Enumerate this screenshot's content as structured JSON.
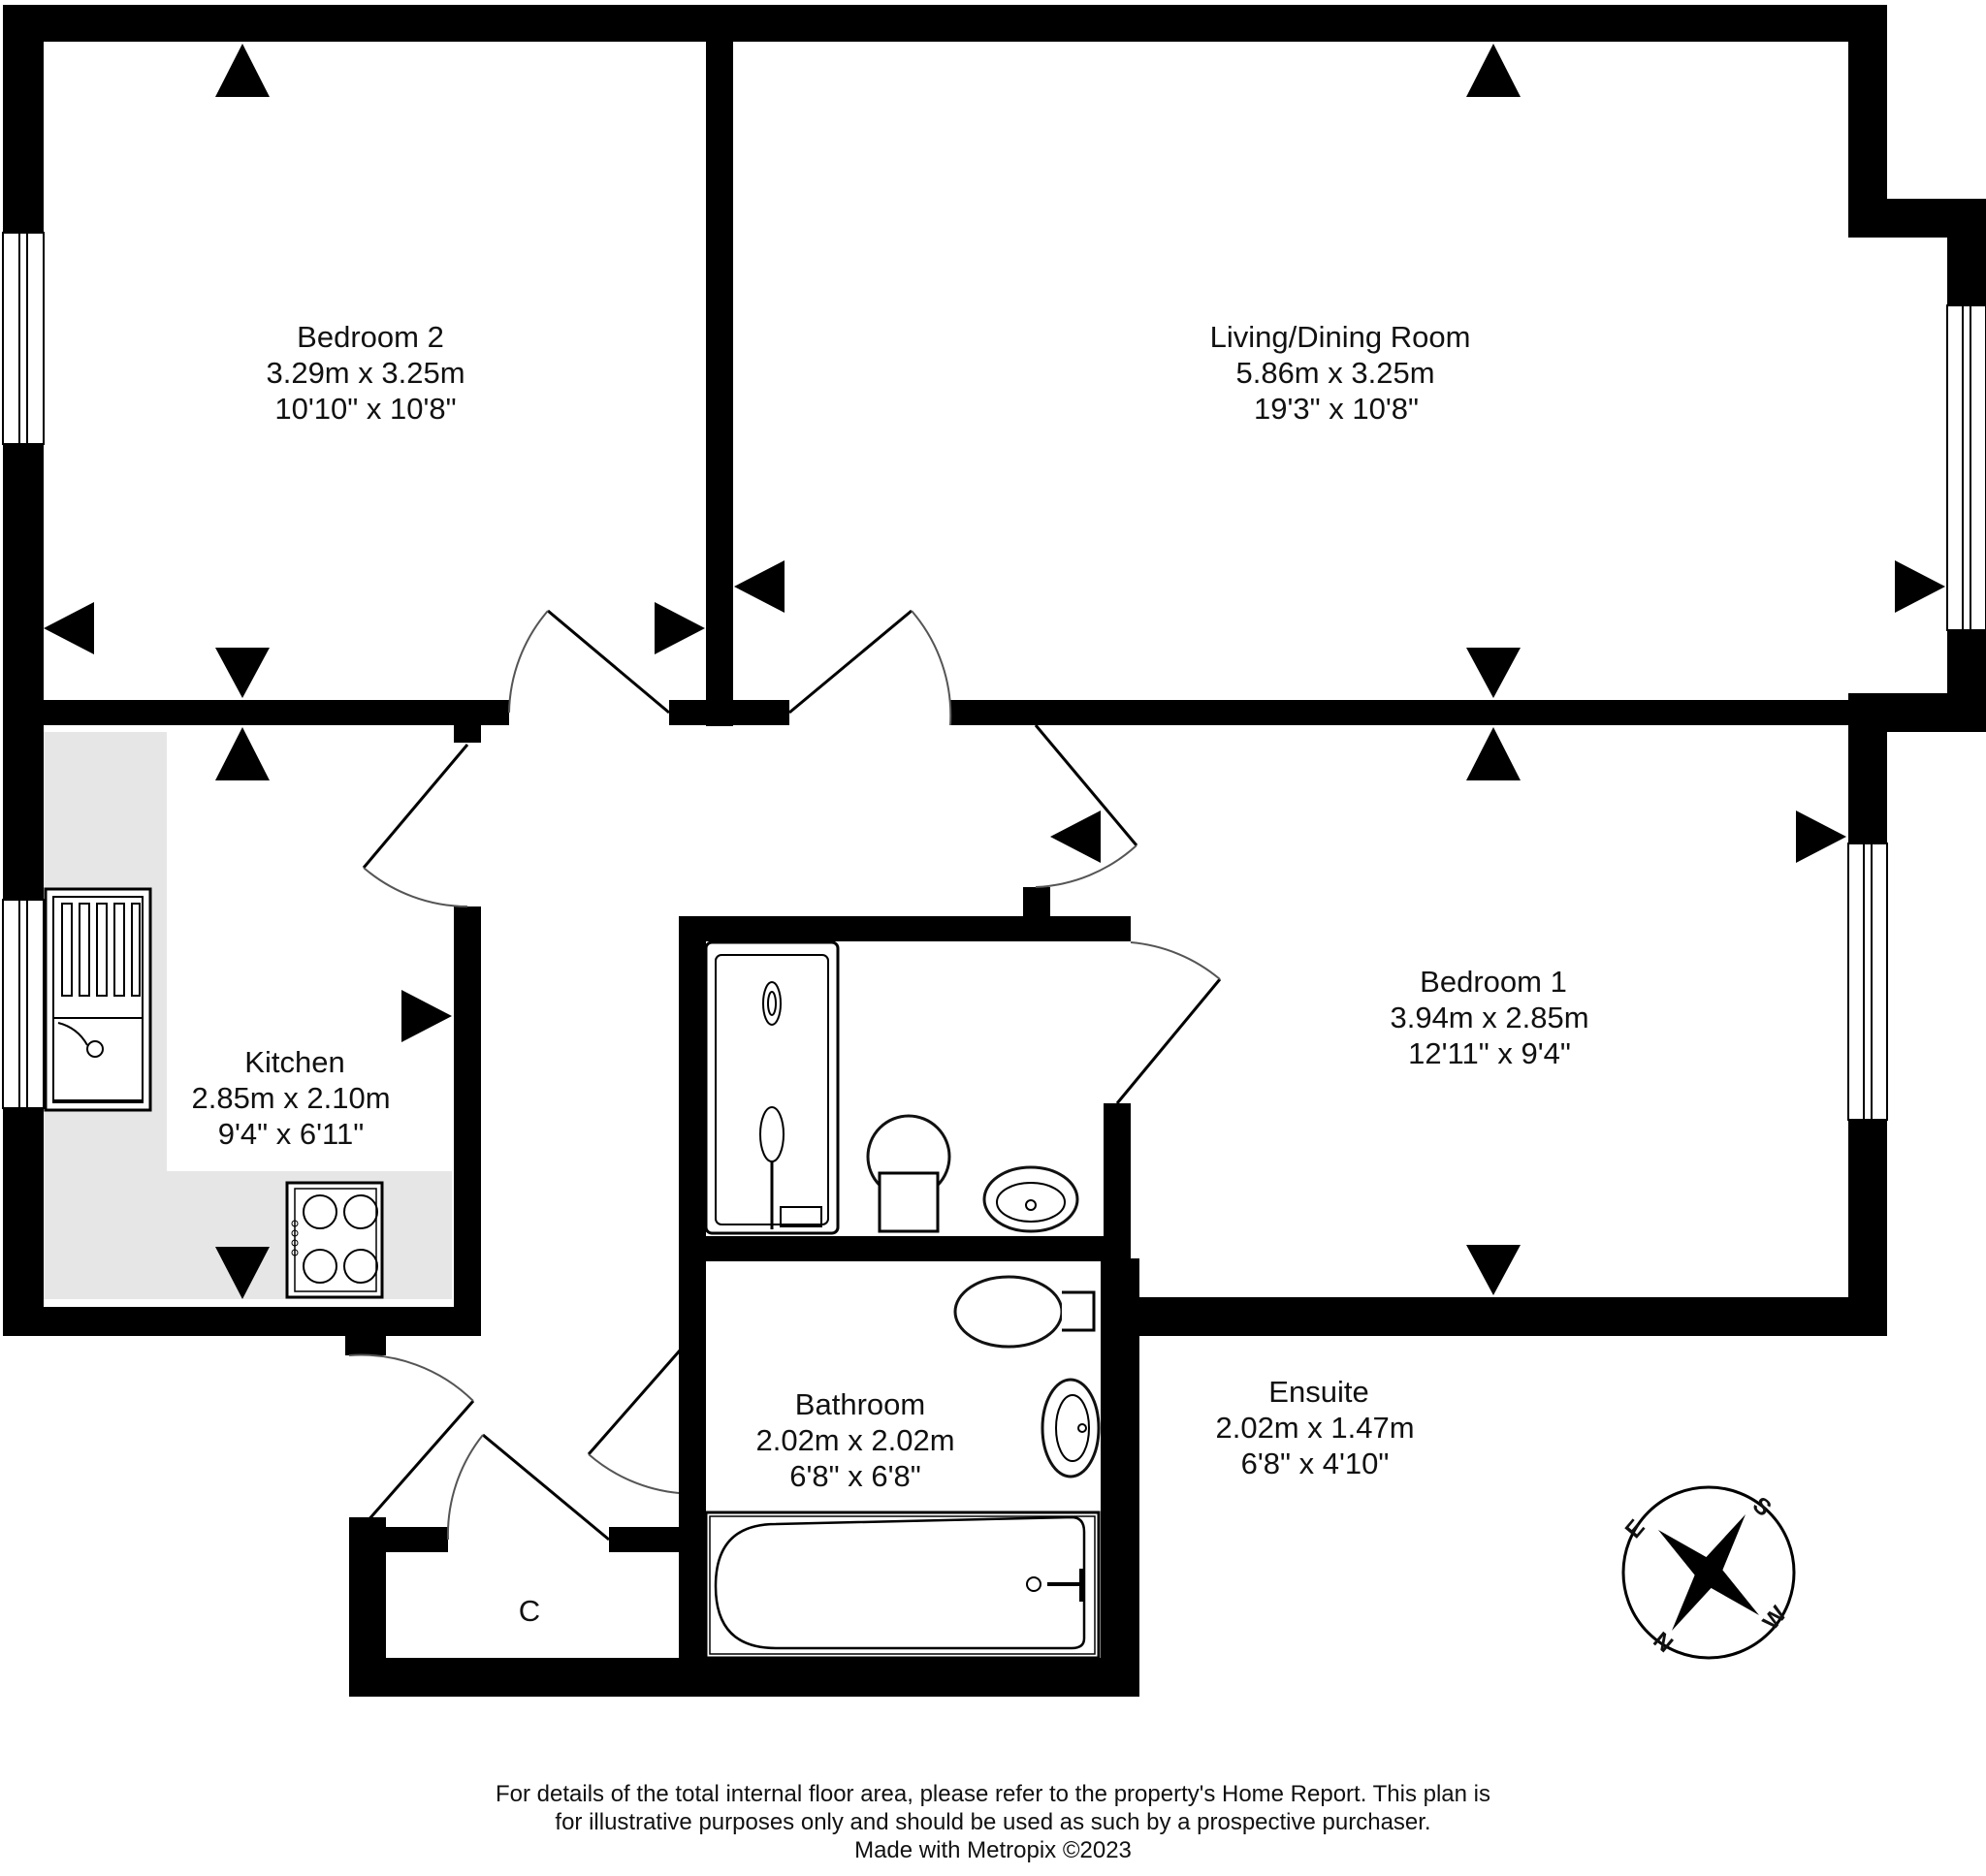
{
  "rooms": {
    "bedroom2": {
      "name": "Bedroom 2",
      "metric": "3.29m  x 3.25m",
      "imperial": "10'10\"  x 10'8\""
    },
    "living": {
      "name": "Living/Dining Room",
      "metric": "5.86m  x 3.25m",
      "imperial": "19'3\"  x 10'8\""
    },
    "bedroom1": {
      "name": "Bedroom 1",
      "metric": "3.94m  x 2.85m",
      "imperial": "12'11\"  x 9'4\""
    },
    "kitchen": {
      "name": "Kitchen",
      "metric": "2.85m  x 2.10m",
      "imperial": "9'4\"  x 6'11\""
    },
    "bathroom": {
      "name": "Bathroom",
      "metric": "2.02m  x 2.02m",
      "imperial": "6'8\"  x 6'8\""
    },
    "ensuite": {
      "name": "Ensuite",
      "metric": "2.02m  x 1.47m",
      "imperial": "6'8\"  x 4'10\""
    },
    "cupboard": {
      "name": "C"
    }
  },
  "compass": {
    "n": "N",
    "e": "E",
    "s": "S",
    "w": "W"
  },
  "footer": {
    "line1": "For details of the total internal floor area, please refer to the property's Home Report. This plan is",
    "line2": "for illustrative purposes only and should be used as such by a prospective purchaser.",
    "line3": "Made with Metropix ©2023"
  },
  "colors": {
    "wall": "#000000",
    "kitchen_worktop": "#e6e6e6",
    "background": "#ffffff"
  }
}
